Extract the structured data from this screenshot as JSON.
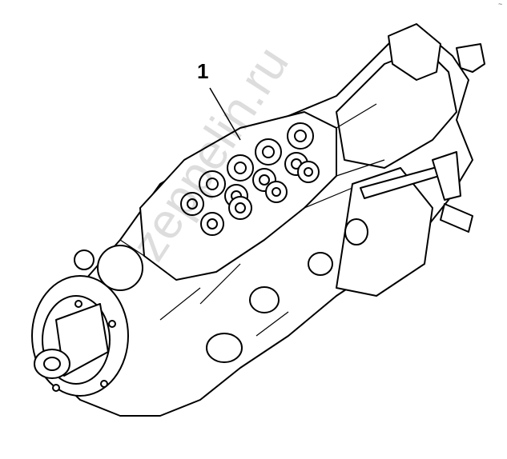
{
  "callout": {
    "label": "1"
  },
  "watermark": {
    "text": "zeppelin.ru"
  },
  "corner_mark": {
    "text": "~"
  },
  "colors": {
    "line": "#000000",
    "background": "#ffffff",
    "watermark": "#000000"
  },
  "icons": [
    "fuel-injection-pump-drawing"
  ]
}
